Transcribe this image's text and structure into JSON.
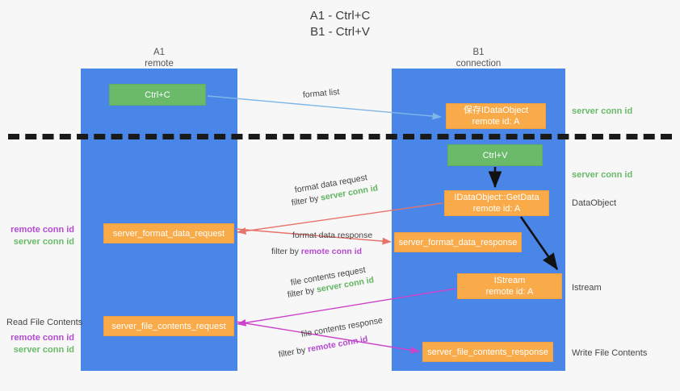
{
  "title": {
    "line1": "A1 - Ctrl+C",
    "line2": "B1 - Ctrl+V"
  },
  "columns": [
    {
      "name": "A1",
      "sub": "remote"
    },
    {
      "name": "B1",
      "sub": "connection"
    }
  ],
  "nodes": {
    "ctrl_c": {
      "label": "Ctrl+C",
      "color": "#6aba6a"
    },
    "save_idataobject": {
      "line1": "保存IDataObject",
      "line2": "remote id: A",
      "color": "#f9ab4a"
    },
    "ctrl_v": {
      "label": "Ctrl+V",
      "color": "#6aba6a"
    },
    "getdata": {
      "line1": "IDataObject::GetData",
      "line2": "remote id: A",
      "color": "#f9ab4a"
    },
    "istream": {
      "line1": "IStream",
      "line2": "remote id: A",
      "color": "#f9ab4a"
    },
    "server_format_data_request": {
      "label": "server_format_data_request",
      "color": "#f9ab4a"
    },
    "server_format_data_response": {
      "label": "server_format_data_response",
      "color": "#f9ab4a"
    },
    "server_file_contents_request": {
      "label": "server_file_contents_request",
      "color": "#f9ab4a"
    },
    "server_file_contents_response": {
      "label": "server_file_contents_response",
      "color": "#f9ab4a"
    }
  },
  "side_labels": {
    "server_conn_id_1": "server conn id",
    "server_conn_id_2": "server conn id",
    "dataobject": "DataObject",
    "istream": "Istream",
    "write_file_contents": "Write File Contents",
    "read_file_contents": "Read File Contents",
    "remote_conn_id": "remote conn id",
    "server_conn_id": "server conn id"
  },
  "edges": {
    "format_list": "format list",
    "format_data_request": "format data request",
    "format_data_request_filter_prefix": "filter by ",
    "format_data_request_filter_tag": "server conn id",
    "format_data_response": "format data response",
    "format_data_response_filter_prefix": "filter by ",
    "format_data_response_filter_tag": "remote conn id",
    "file_contents_request": "file contents request",
    "file_contents_request_filter_prefix": "filter by ",
    "file_contents_request_filter_tag": "server conn id",
    "file_contents_response": "file contents response",
    "file_contents_response_filter_prefix": "filter by ",
    "file_contents_response_filter_tag": "remote conn id"
  },
  "colors": {
    "lane": "#4a86e8",
    "orange": "#f9ab4a",
    "green": "#6aba6a",
    "green_text": "#6aba6a",
    "purple_text": "#b44ad0",
    "arrow_blue": "#7fb6e8",
    "arrow_red": "#e8736a",
    "arrow_magenta": "#cc44cc",
    "arrow_black": "#111111",
    "background": "#f7f7f7"
  }
}
